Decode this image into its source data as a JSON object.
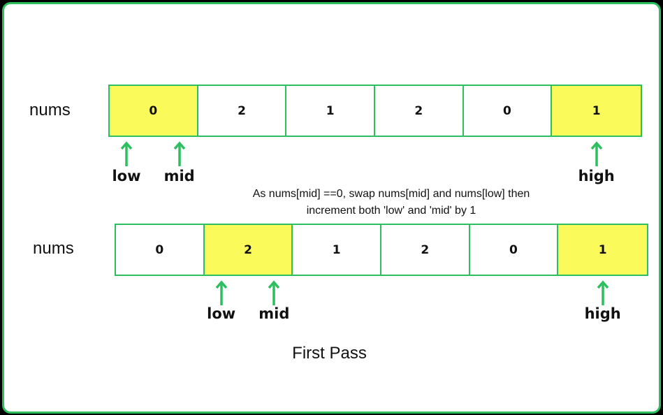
{
  "rows": [
    {
      "label": "nums",
      "values": [
        "0",
        "2",
        "1",
        "2",
        "0",
        "1"
      ],
      "highlight": [
        true,
        false,
        false,
        false,
        false,
        true
      ],
      "pointers": [
        {
          "name": "low",
          "index": 0,
          "offset": "left"
        },
        {
          "name": "mid",
          "index": 0,
          "offset": "right"
        },
        {
          "name": "high",
          "index": 5,
          "offset": "center"
        }
      ]
    },
    {
      "label": "nums",
      "values": [
        "0",
        "2",
        "1",
        "2",
        "0",
        "1"
      ],
      "highlight": [
        false,
        true,
        false,
        false,
        false,
        true
      ],
      "pointers": [
        {
          "name": "low",
          "index": 1,
          "offset": "left"
        },
        {
          "name": "mid",
          "index": 1,
          "offset": "right"
        },
        {
          "name": "high",
          "index": 5,
          "offset": "center"
        }
      ]
    }
  ],
  "caption": {
    "line1": "As nums[mid] ==0, swap nums[mid] and nums[low] then",
    "line2": "increment both 'low' and 'mid' by 1"
  },
  "footer": "First Pass",
  "colors": {
    "border": "#2DBE60",
    "highlight": "#FAFA5A",
    "arrow": "#2DBE60"
  }
}
